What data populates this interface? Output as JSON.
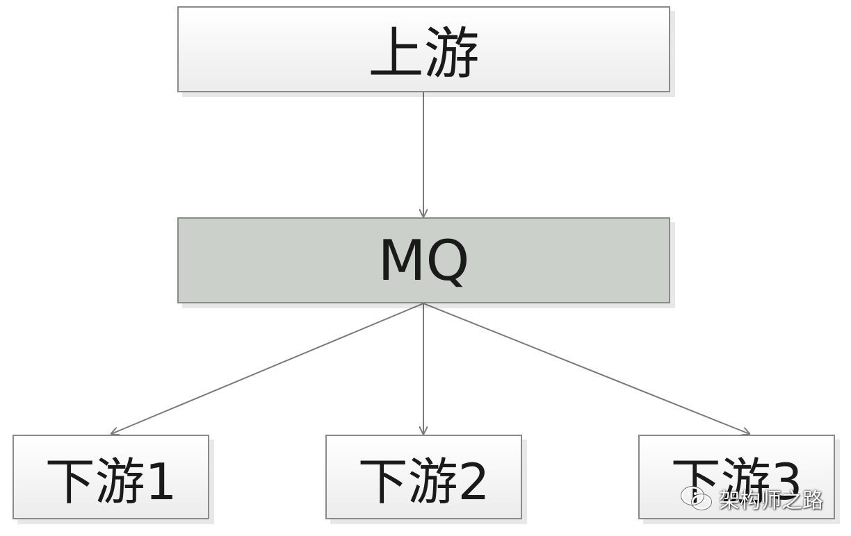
{
  "diagram": {
    "nodes": {
      "upstream": "上游",
      "mq": "MQ",
      "downstream_1": "下游1",
      "downstream_2": "下游2",
      "downstream_3": "下游3"
    },
    "edges": [
      [
        "upstream",
        "mq"
      ],
      [
        "mq",
        "downstream_1"
      ],
      [
        "mq",
        "downstream_2"
      ],
      [
        "mq",
        "downstream_3"
      ]
    ],
    "colors": {
      "node_fill": "#f2f2f2",
      "mq_fill": "#cbd1ca",
      "border": "#8a8a8a",
      "edge": "#7a7a7a"
    }
  },
  "watermark": {
    "icon": "wechat-icon",
    "text": "架构师之路"
  }
}
